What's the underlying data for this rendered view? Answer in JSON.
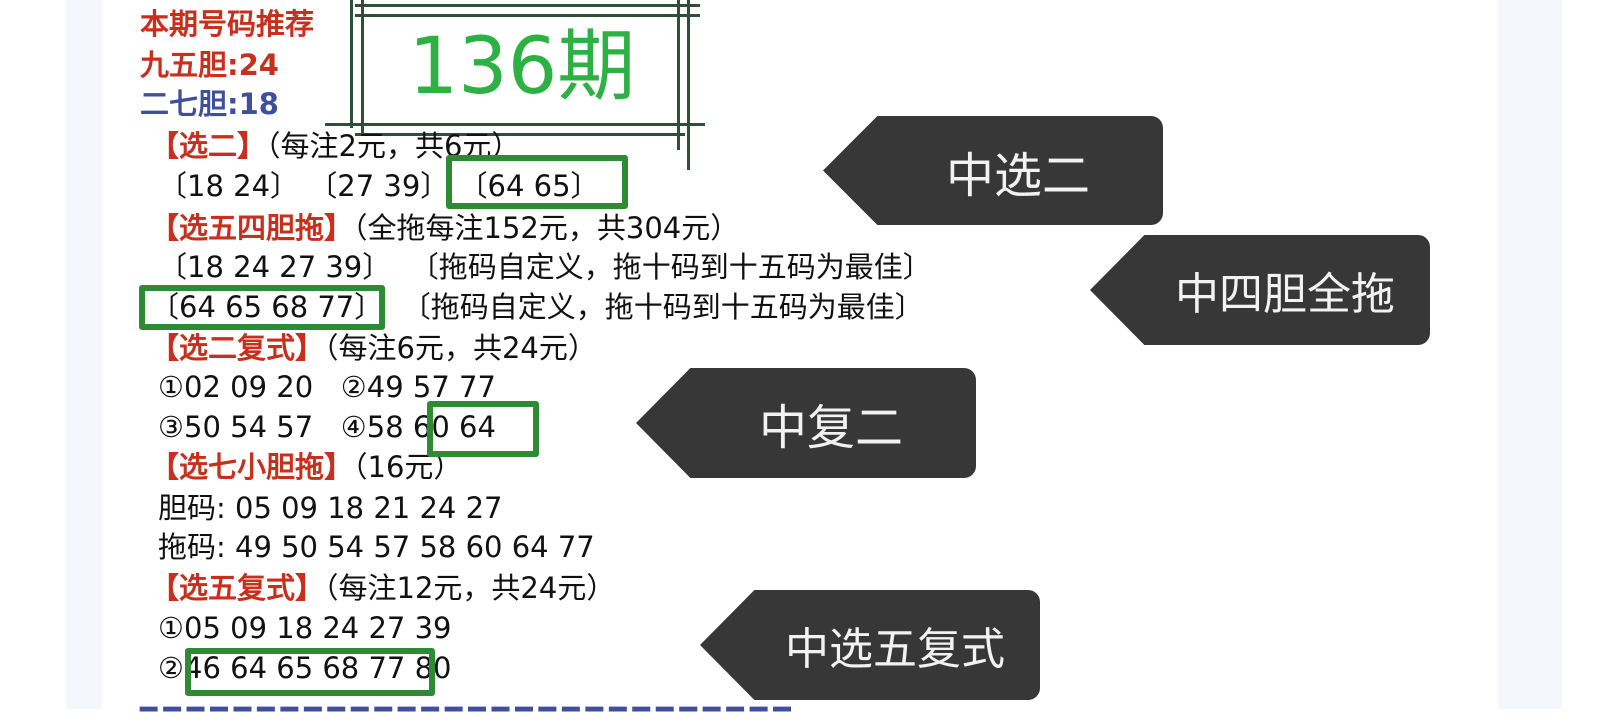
{
  "header": {
    "title": "本期号码推荐",
    "dan95": "九五胆:24",
    "dan27": "二七胆:18",
    "issue": "136期"
  },
  "sections": {
    "pick2": {
      "label": "【选二】",
      "note": "（每注2元，共6元）",
      "groups": [
        "〔18 24〕",
        "〔27 39〕",
        "〔64 65〕"
      ]
    },
    "pick5_4dan": {
      "label": "【选五四胆拖】",
      "note": "（全拖每注152元，共304元）",
      "rows": [
        {
          "dan": "〔18 24 27 39〕",
          "tuo": "〔拖码自定义，拖十码到十五码为最佳〕"
        },
        {
          "dan": "〔64 65 68 77〕",
          "tuo": "〔拖码自定义，拖十码到十五码为最佳〕"
        }
      ]
    },
    "pick2_multi": {
      "label": "【选二复式】",
      "note": "（每注6元，共24元）",
      "items": [
        "①02 09 20",
        "②49 57 77",
        "③50 54 57",
        "④58",
        "60 64"
      ]
    },
    "pick7_small": {
      "label": "【选七小胆拖】",
      "note": "（16元）",
      "dan": "胆码: 05 09 18 21 24 27",
      "tuo": "拖码: 49 50 54 57 58 60 64 77"
    },
    "pick5_multi": {
      "label": "【选五复式】",
      "note": "（每注12元，共24元）",
      "item1": "①05 09 18 24 27 39",
      "item2_prefix": "②",
      "item2_hit": "46 64 65 68 77",
      "item2_rest": "80"
    }
  },
  "callouts": [
    "中选二",
    "中四胆全拖",
    "中复二",
    "中选五复式"
  ],
  "colors": {
    "red": "#c8301e",
    "blue": "#3f4fa0",
    "green": "#2db143",
    "box": "#2f8a36",
    "callout": "#282828"
  }
}
